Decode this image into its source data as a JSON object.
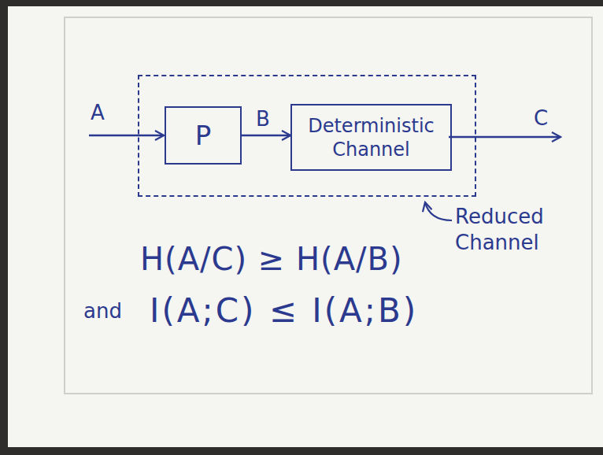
{
  "diagram": {
    "nodes": [
      {
        "text": [
          "Reduced Channel"
        ]
      },
      {
        "text": [
          "P"
        ],
        "in": 0
      },
      {
        "text": [
          "Deterministic Channel"
        ],
        "in": 0
      }
    ],
    "edges": [
      {
        "from": 1,
        "to": 2,
        "arrow": "to",
        "label": "B"
      }
    ],
    "labels": [
      "A",
      "C",
      "H(A/C) ≥ H(A/B)",
      "and",
      "I(A;C) ≤ I(A;B)"
    ]
  }
}
